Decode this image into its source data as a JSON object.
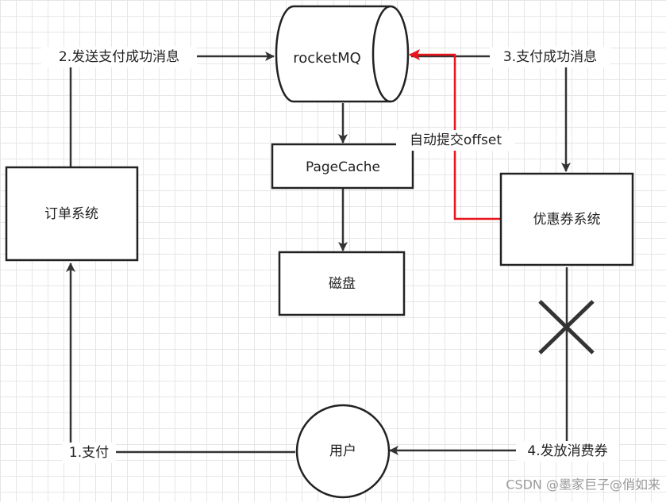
{
  "nodes": {
    "rocketmq": "rocketMQ",
    "pagecache": "PageCache",
    "disk": "磁盘",
    "order_system": "订单系统",
    "coupon_system": "优惠券系统",
    "user": "用户"
  },
  "edges": {
    "send_success_msg": "2.发送支付成功消息",
    "pay_success_msg": "3.支付成功消息",
    "auto_commit_offset": "自动提交offset",
    "pay": "1.支付",
    "issue_coupon": "4.发放消费券"
  },
  "colors": {
    "line": "#333333",
    "commit_line": "#e8141b"
  },
  "watermark": "CSDN @墨家巨子@俏如来"
}
